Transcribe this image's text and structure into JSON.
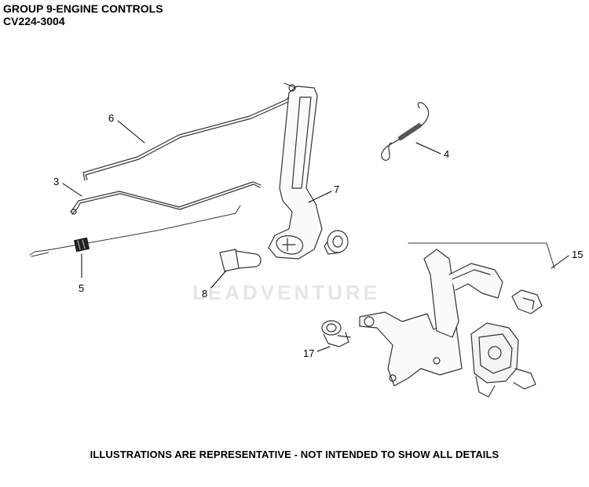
{
  "header": {
    "group_title": "GROUP 9-ENGINE CONTROLS",
    "model": "CV224-3004"
  },
  "watermark": "LEADVENTURE",
  "callouts": [
    {
      "id": "c6",
      "label": "6"
    },
    {
      "id": "c3",
      "label": "3"
    },
    {
      "id": "c5",
      "label": "5"
    },
    {
      "id": "c4",
      "label": "4"
    },
    {
      "id": "c7",
      "label": "7"
    },
    {
      "id": "c8",
      "label": "8"
    },
    {
      "id": "c15",
      "label": "15"
    },
    {
      "id": "c17",
      "label": "17"
    }
  ],
  "footer": "ILLUSTRATIONS ARE REPRESENTATIVE - NOT INTENDED TO SHOW ALL DETAILS"
}
